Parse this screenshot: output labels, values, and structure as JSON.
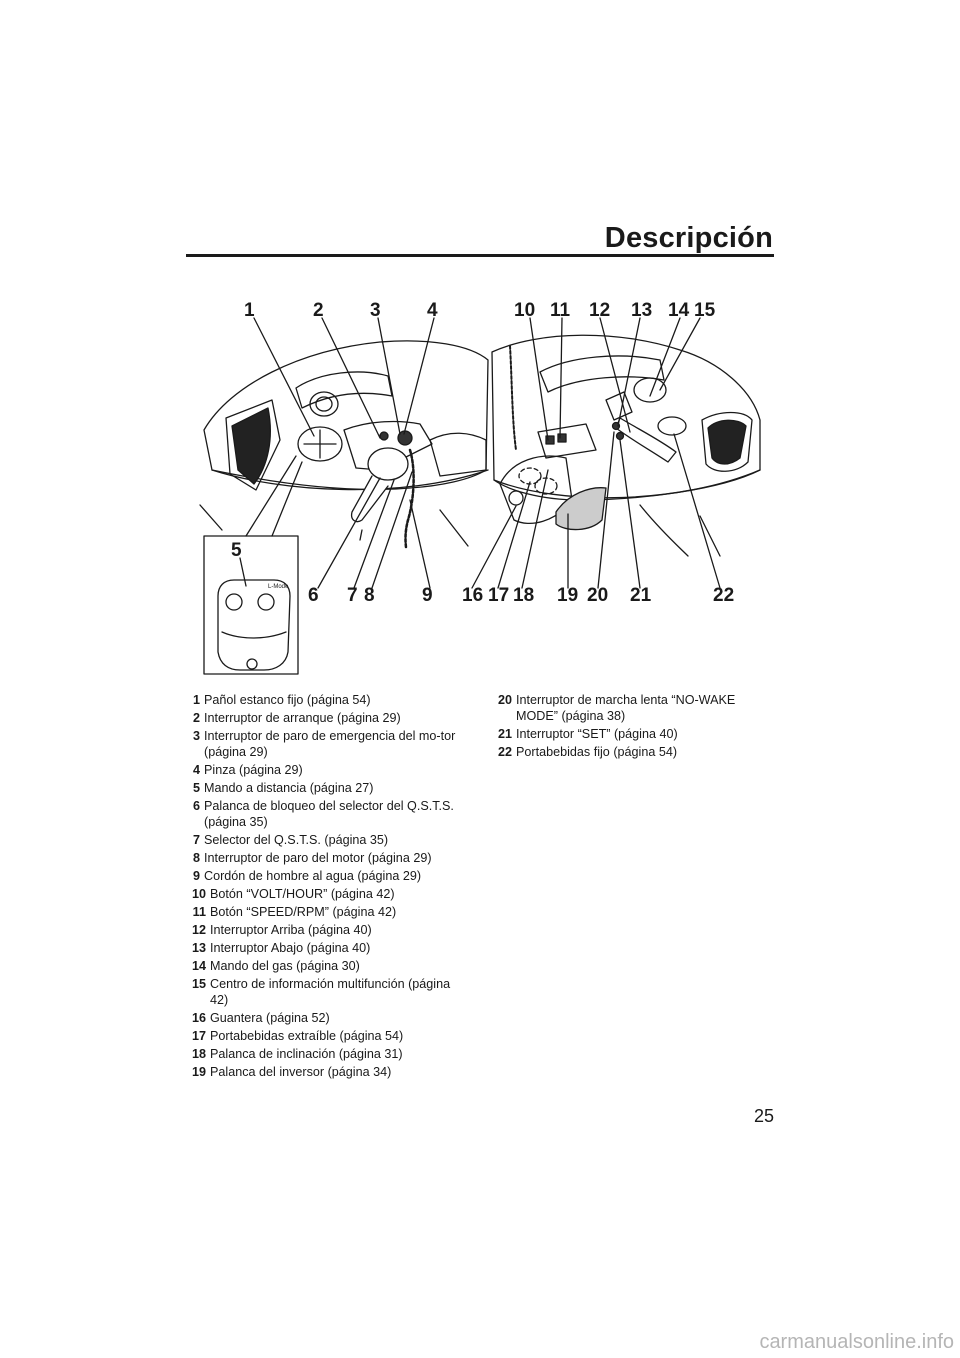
{
  "page": {
    "title": "Descripción",
    "page_number": "25",
    "watermark": "carmanualsonline.info"
  },
  "figure": {
    "callouts": [
      "1",
      "2",
      "3",
      "4",
      "5",
      "6",
      "7",
      "8",
      "9",
      "10",
      "11",
      "12",
      "13",
      "14",
      "15",
      "16",
      "17",
      "18",
      "19",
      "20",
      "21",
      "22"
    ],
    "remote_label": "L-Mode"
  },
  "legend": {
    "left": [
      {
        "n": "1",
        "text": "Pañol estanco fijo (página 54)"
      },
      {
        "n": "2",
        "text": "Interruptor de arranque (página 29)"
      },
      {
        "n": "3",
        "text": "Interruptor de paro de emergencia del mo-tor (página 29)"
      },
      {
        "n": "4",
        "text": "Pinza (página 29)"
      },
      {
        "n": "5",
        "text": "Mando a distancia (página 27)"
      },
      {
        "n": "6",
        "text": "Palanca de bloqueo del selector del Q.S.T.S. (página 35)"
      },
      {
        "n": "7",
        "text": "Selector del Q.S.T.S. (página 35)"
      },
      {
        "n": "8",
        "text": "Interruptor de paro del motor (página 29)"
      },
      {
        "n": "9",
        "text": "Cordón de hombre al agua (página 29)"
      },
      {
        "n": "10",
        "text": "Botón “VOLT/HOUR” (página 42)"
      },
      {
        "n": "11",
        "text": "Botón “SPEED/RPM” (página 42)"
      },
      {
        "n": "12",
        "text": "Interruptor Arriba (página 40)"
      },
      {
        "n": "13",
        "text": "Interruptor Abajo (página 40)"
      },
      {
        "n": "14",
        "text": "Mando del gas (página 30)"
      },
      {
        "n": "15",
        "text": "Centro de información multifunción (página 42)"
      },
      {
        "n": "16",
        "text": "Guantera (página 52)"
      },
      {
        "n": "17",
        "text": "Portabebidas extraíble (página 54)"
      },
      {
        "n": "18",
        "text": "Palanca de inclinación (página 31)"
      },
      {
        "n": "19",
        "text": "Palanca del inversor (página 34)"
      }
    ],
    "right": [
      {
        "n": "20",
        "text": "Interruptor de marcha lenta “NO-WAKE MODE” (página 38)"
      },
      {
        "n": "21",
        "text": "Interruptor “SET” (página 40)"
      },
      {
        "n": "22",
        "text": "Portabebidas fijo (página 54)"
      }
    ]
  }
}
